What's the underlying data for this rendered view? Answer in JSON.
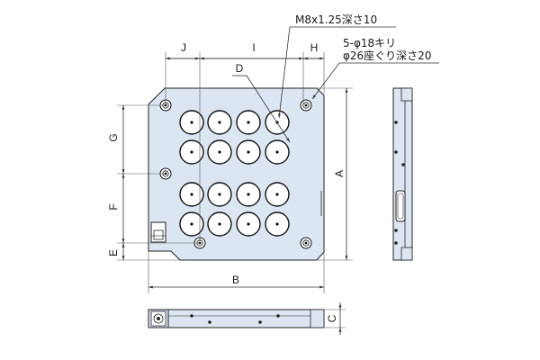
{
  "labels": {
    "a": "A",
    "b": "B",
    "c": "C",
    "d": "D",
    "e": "E",
    "f": "F",
    "g": "G",
    "h": "H",
    "i": "I",
    "j": "J"
  },
  "notes": {
    "tap_hole": "M8x1.25深さ10",
    "counterbore_line1": "5-φ18キリ",
    "counterbore_line2": "φ26座ぐり深さ20"
  },
  "colors": {
    "plate_fill": "#dce6f2",
    "outline": "#222222"
  }
}
